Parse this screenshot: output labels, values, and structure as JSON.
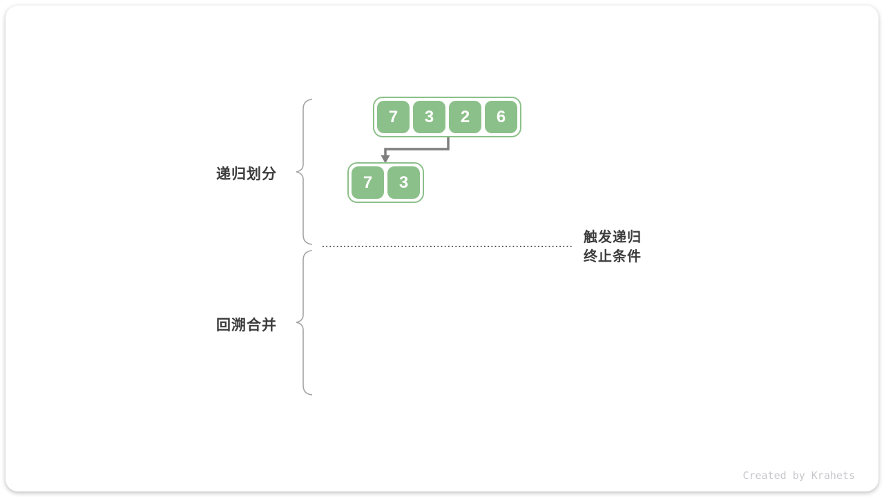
{
  "figure": {
    "labels": {
      "divide": "递归划分",
      "merge": "回溯合并",
      "terminate_line1": "触发递归",
      "terminate_line2": "终止条件"
    },
    "arrays": {
      "top": [
        "7",
        "3",
        "2",
        "6"
      ],
      "bottom": [
        "7",
        "3"
      ]
    },
    "watermark": "Created by Krahets"
  },
  "colors": {
    "cell_green": "#8CC08A",
    "arrow_gray": "#7f7f7f",
    "brace_gray": "#a3a3a3",
    "label_dark": "#3c3c3c",
    "dotted_line": "#595959",
    "watermark_gray": "#c7c7cb",
    "card_bg": "#ffffff"
  }
}
